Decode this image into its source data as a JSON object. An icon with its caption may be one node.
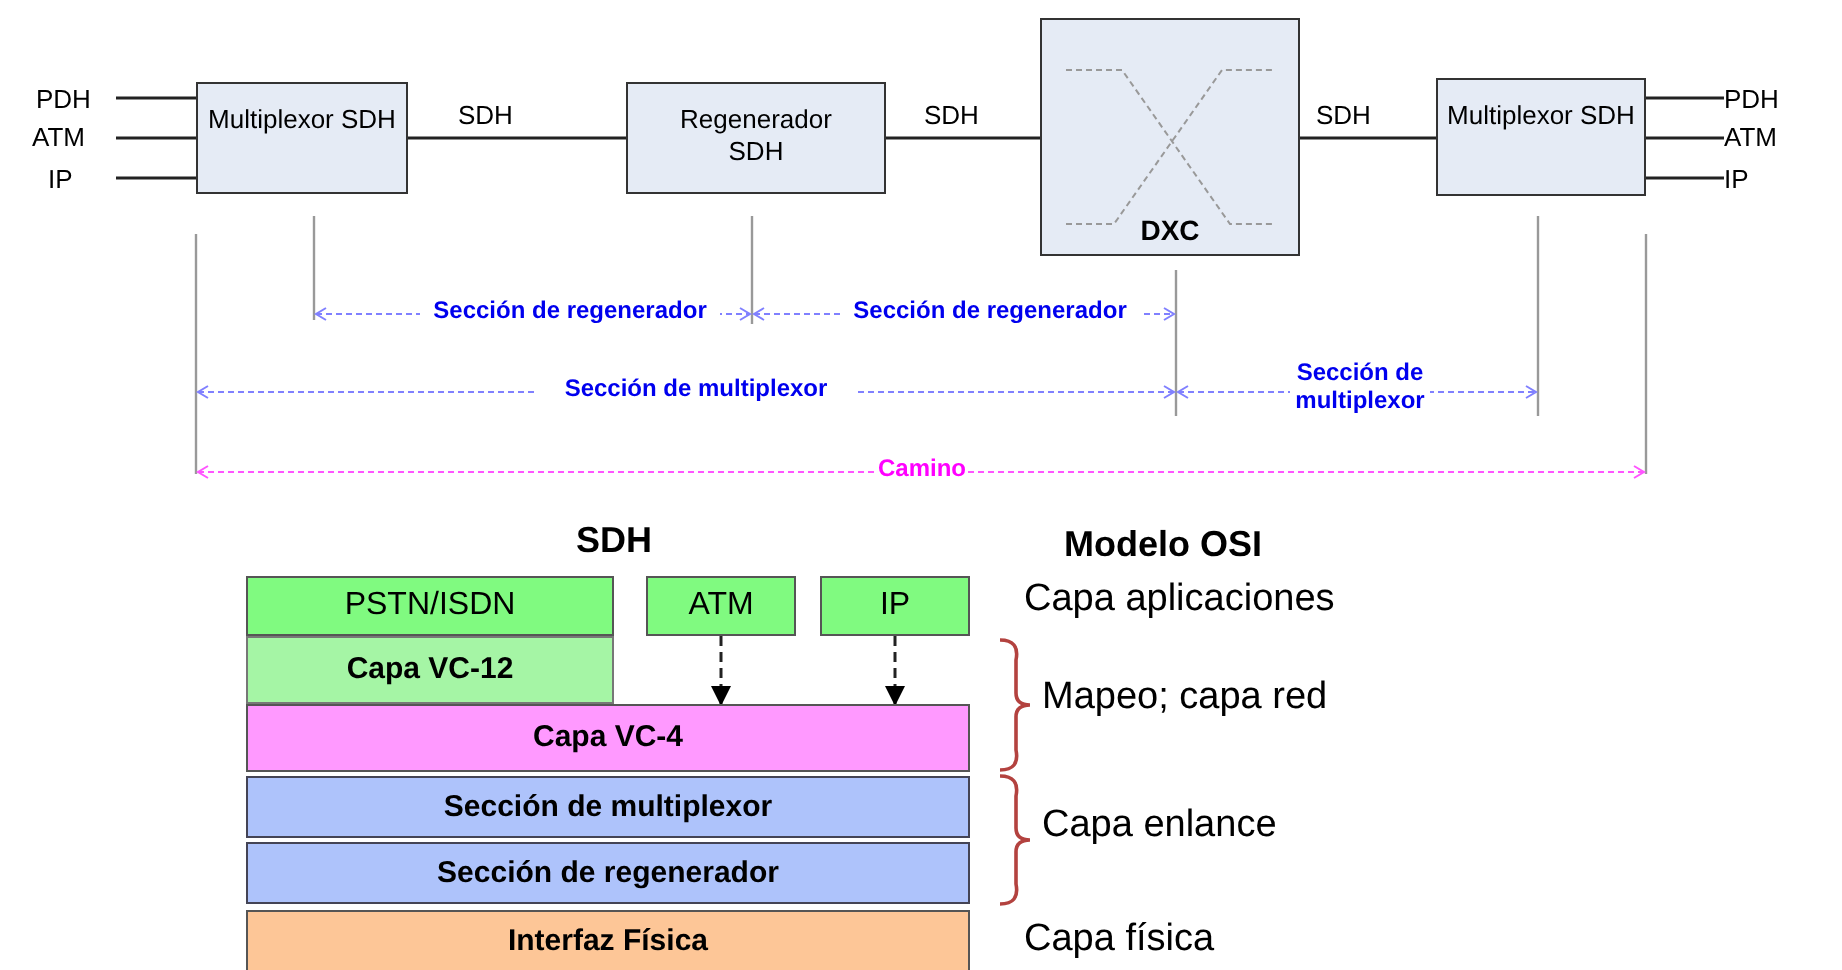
{
  "diagram": {
    "nodes": [
      {
        "text": [
          "PDH"
        ]
      },
      {
        "text": [
          "ATM"
        ]
      },
      {
        "text": [
          "IP"
        ]
      },
      {
        "text": [
          "Multiplexor SDH"
        ]
      },
      {
        "text": [
          "Regenerador SDH"
        ]
      },
      {
        "text": [
          "DXC"
        ]
      },
      {
        "text": [
          "Multiplexor SDH"
        ]
      },
      {
        "text": [
          "PDH"
        ]
      },
      {
        "text": [
          "ATM"
        ]
      },
      {
        "text": [
          "IP"
        ]
      },
      {
        "text": [
          "PSTN/ISDN"
        ]
      },
      {
        "text": [
          "ATM"
        ]
      },
      {
        "text": [
          "IP"
        ]
      },
      {
        "text": [
          "Capa VC-12"
        ]
      },
      {
        "text": [
          "Capa VC-4"
        ]
      },
      {
        "text": [
          "Sección de multiplexor"
        ]
      },
      {
        "text": [
          "Sección de regenerador"
        ]
      },
      {
        "text": [
          "Interfaz Física"
        ]
      }
    ],
    "edges": [
      {
        "from": 0,
        "to": 3,
        "arrow": "none"
      },
      {
        "from": 1,
        "to": 3,
        "arrow": "none"
      },
      {
        "from": 2,
        "to": 3,
        "arrow": "none"
      },
      {
        "from": 3,
        "to": 4,
        "arrow": "none",
        "label": "SDH"
      },
      {
        "from": 4,
        "to": 5,
        "arrow": "none",
        "label": "SDH"
      },
      {
        "from": 5,
        "to": 6,
        "arrow": "none",
        "label": "SDH"
      },
      {
        "from": 6,
        "to": 7,
        "arrow": "none"
      },
      {
        "from": 6,
        "to": 8,
        "arrow": "none"
      },
      {
        "from": 6,
        "to": 9,
        "arrow": "none"
      },
      {
        "from": 11,
        "to": 14,
        "arrow": "to",
        "style": "dashed"
      },
      {
        "from": 12,
        "to": 14,
        "arrow": "to",
        "style": "dashed"
      }
    ],
    "labels": [
      "Sección de regenerador",
      "Sección de regenerador",
      "Sección de multiplexor",
      "Sección de multiplexor",
      "Camino",
      "SDH",
      "Modelo OSI",
      "Capa aplicaciones",
      "Mapeo; capa red",
      "Capa enlance",
      "Capa física"
    ]
  }
}
